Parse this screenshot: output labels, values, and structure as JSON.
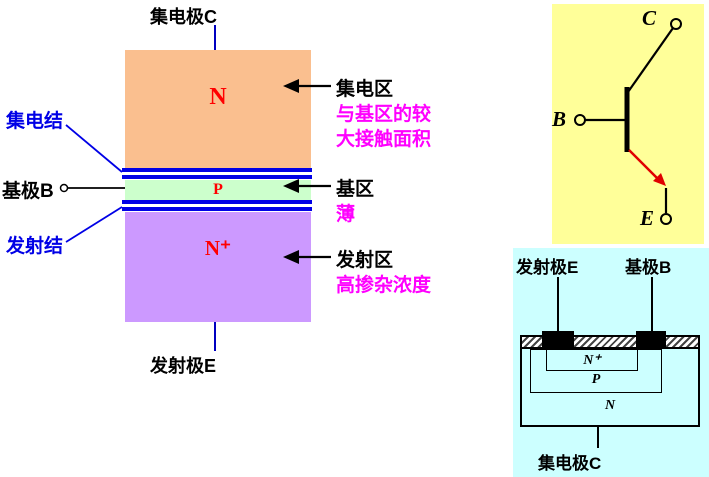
{
  "left_diagram": {
    "collector_terminal": "集电极C",
    "emitter_terminal": "发射极E",
    "base_terminal": "基极B",
    "collector_junction_label": "集电结",
    "emitter_junction_label": "发射结",
    "region_n": "N",
    "region_p": "P",
    "region_nplus": "N⁺"
  },
  "annotations": {
    "collector": {
      "title": "集电区",
      "notes": [
        "与基区的较",
        "大接触面积"
      ]
    },
    "base": {
      "title": "基区",
      "notes": [
        "薄"
      ]
    },
    "emitter": {
      "title": "发射区",
      "notes": [
        "高掺杂浓度"
      ]
    }
  },
  "symbol_panel": {
    "collector": "C",
    "base": "B",
    "emitter": "E"
  },
  "cross_section": {
    "emitter_electrode": "发射极E",
    "base_electrode": "基极B",
    "collector_electrode": "集电极C",
    "layer_nplus": "N⁺",
    "layer_p": "P",
    "layer_n": "N"
  },
  "colors": {
    "collector_fill": "#FABF8F",
    "base_fill": "#CCFFCC",
    "emitter_fill": "#CC99FF",
    "junction_blue": "#0000E6",
    "symbol_panel_bg": "#FFFF99",
    "cross_section_bg": "#CCFFFF",
    "note_magenta": "#FF00FF",
    "region_letter_red": "#FF0000"
  }
}
